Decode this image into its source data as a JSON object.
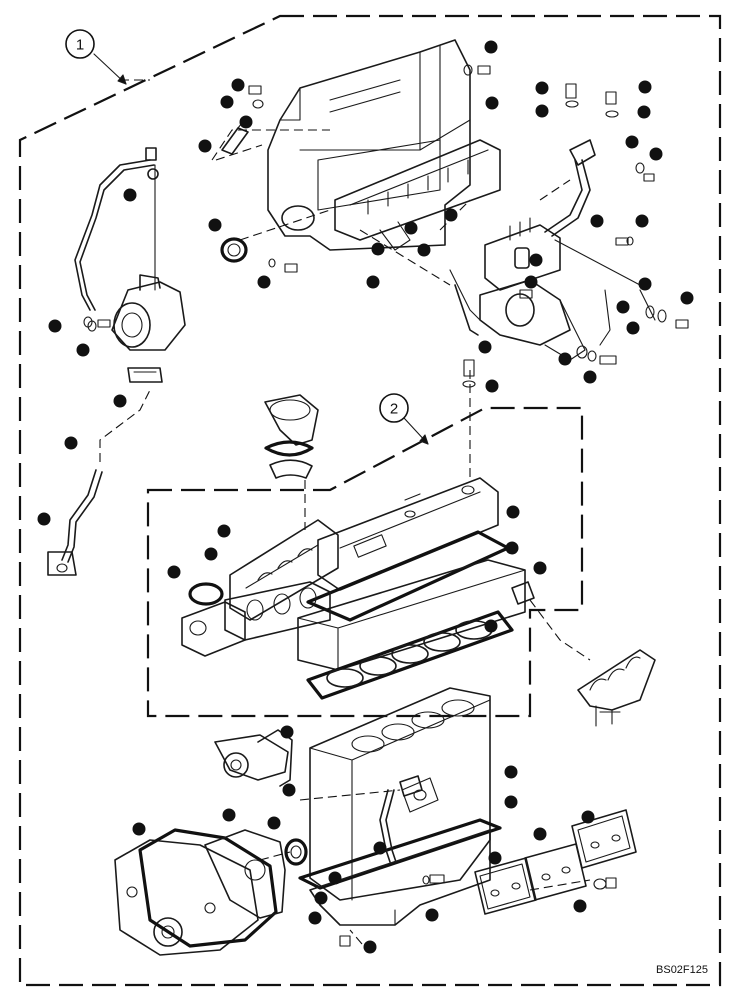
{
  "callouts": [
    {
      "label": "1"
    },
    {
      "label": "2"
    }
  ],
  "figure_code": "BS02F125",
  "colors": {
    "ink": "#111111",
    "paper": "#ffffff"
  }
}
